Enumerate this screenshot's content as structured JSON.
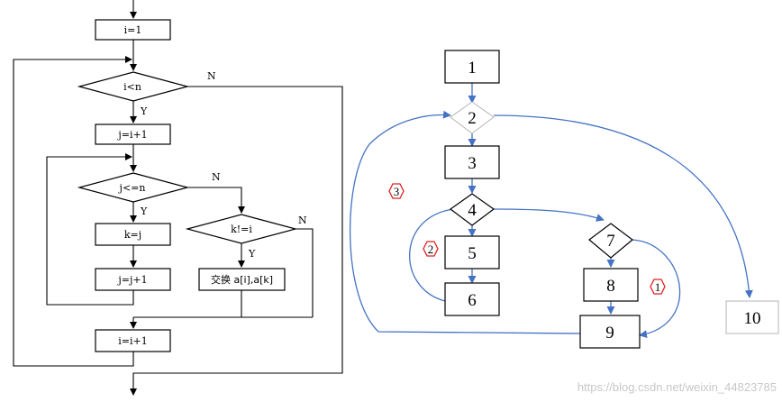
{
  "flowchart": {
    "init": "i=1",
    "outer_cond": "i<n",
    "outer_no": "N",
    "outer_yes": "Y",
    "j_init": "j=i+1",
    "inner_cond": "j<=n",
    "inner_no": "N",
    "inner_yes": "Y",
    "k_assign": "k=j",
    "j_inc": "j=j+1",
    "swap_cond": "k!=i",
    "swap_no": "N",
    "swap_yes": "Y",
    "swap": "交换 a[i],a[k]",
    "i_inc": "i=i+1"
  },
  "graph": {
    "nodes": [
      "1",
      "2",
      "3",
      "4",
      "5",
      "6",
      "7",
      "8",
      "9",
      "10"
    ],
    "markers": [
      "3",
      "2",
      "1"
    ]
  },
  "watermark": "https://blog.csdn.net/weixin_44823785",
  "colors": {
    "edge": "#4472c4",
    "marker": "#e02020",
    "node_border_light": "#b5b5b5"
  }
}
